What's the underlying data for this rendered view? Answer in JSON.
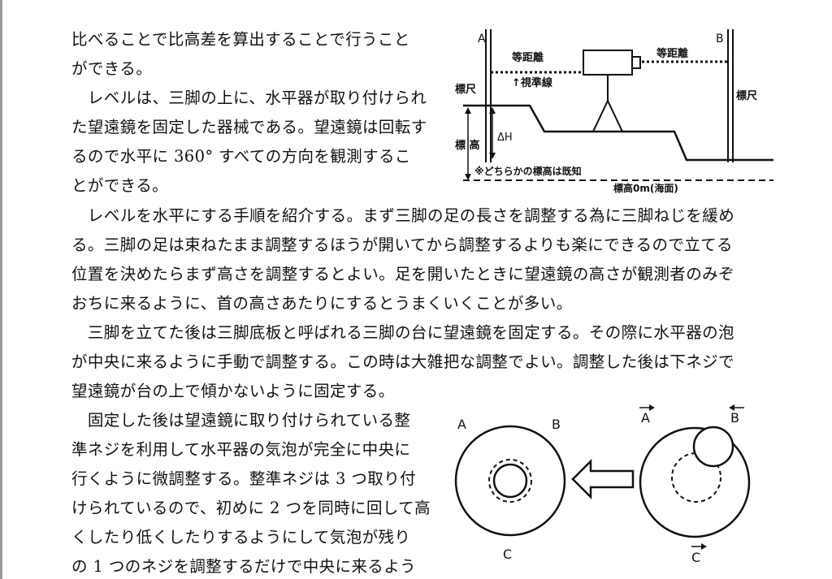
{
  "lines": [
    "比べることで比高差を算出することで行うこと",
    "ができる。",
    "　レベルは、三脚の上に、水平器が取り付けられ",
    "た望遠鏡を固定した器械である。望遠鏡は回転す",
    "るので水平に 360° すべての方向を観測するこ",
    "とができる。",
    "　レベルを水平にする手順を紹介する。まず三脚の足の長さを調整する為に三脚ねじを緩め",
    "る。三脚の足は束ねたまま調整するほうが開いてから調整するよりも楽にできるので立てる",
    "位置を決めたらまず高さを調整するとよい。足を開いたときに望遠鏡の高さが観測者のみぞ",
    "おちに来るように、首の高さあたりにするとうまくいくことが多い。",
    "　三脚を立てた後は三脚底板と呼ばれる三脚の台に望遠鏡を固定する。その際に水平器の泡",
    "が中央に来るように手動で調整する。この時は大雑把な調整でよい。調整した後は下ネジで",
    "望遠鏡が台の上で傾かないように固定する。",
    "　固定した後は望遠鏡に取り付けられている整",
    "準ネジを利用して水平器の気泡が完全に中央に",
    "行くように微調整する。整準ネジは 3 つ取り付",
    "けられているので、初めに 2 つを同時に回して高",
    "くしたり低くしたりするようにして気泡が残り",
    "の 1 つのネジを調整するだけで中央に来るよう"
  ],
  "figure_leveling": {
    "label_a": "A",
    "label_b": "B",
    "equal_distance_left": "等距離",
    "equal_distance_right": "等距離",
    "line_of_sight": "↑視準線",
    "staff_left": "標尺",
    "staff_right": "標尺",
    "delta_h": "ΔH",
    "elevation": "標 高",
    "note": "※どちらかの標高は既知",
    "sea_level": "標高0m(海面)"
  },
  "figure_bubble": {
    "left": {
      "a": "A",
      "b": "B",
      "c": "C"
    },
    "right": {
      "a": "A",
      "b": "B",
      "c": "C"
    }
  }
}
